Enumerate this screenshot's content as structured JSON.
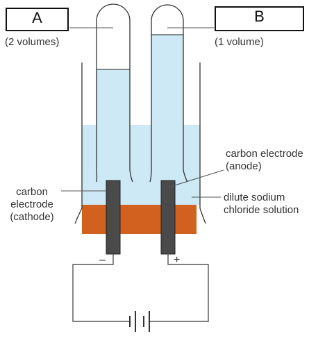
{
  "labels": {
    "box_a": "A",
    "box_b": "B",
    "volume_a": "(2 volumes)",
    "volume_b": "(1 volume)",
    "cathode_line1": "carbon",
    "cathode_line2": "electrode",
    "cathode_line3": "(cathode)",
    "anode_line1": "carbon electrode",
    "anode_line2": "(anode)",
    "solution_line1": "dilute sodium",
    "solution_line2": "chloride solution",
    "minus": "–",
    "plus": "+"
  },
  "colors": {
    "liquid": "#cde9f5",
    "base": "#d2601f",
    "electrode": "#4a4a4a",
    "wire": "#555555"
  }
}
